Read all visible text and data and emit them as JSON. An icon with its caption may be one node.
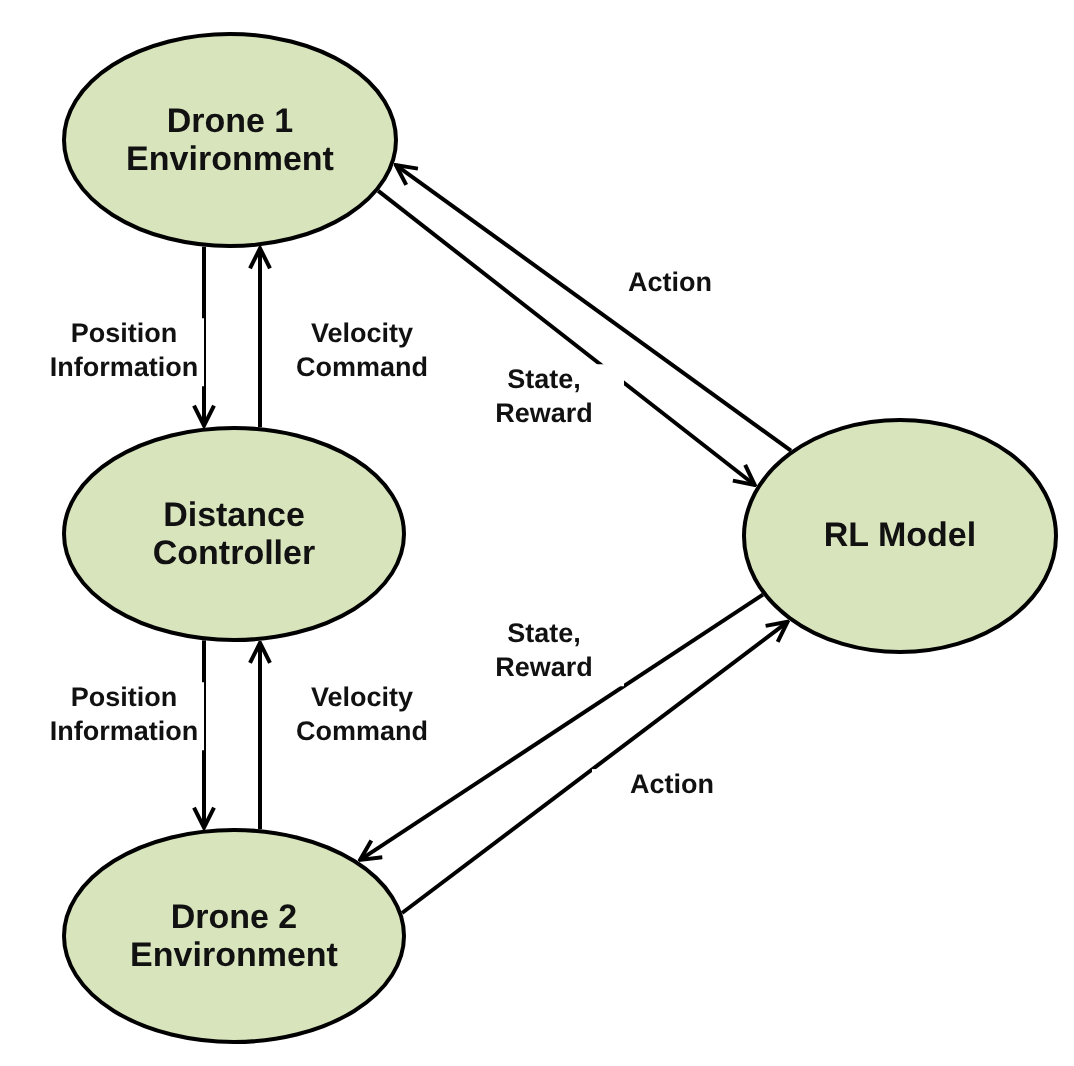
{
  "diagram": {
    "nodes": [
      {
        "text": [
          "Drone 1 Environment"
        ]
      },
      {
        "text": [
          "Distance Controller"
        ]
      },
      {
        "text": [
          "Drone 2 Environment"
        ]
      },
      {
        "text": [
          "RL Model"
        ]
      }
    ],
    "edges": [
      {
        "from": 0,
        "to": 1,
        "arrow": "to",
        "label": "Position Information"
      },
      {
        "from": 1,
        "to": 0,
        "arrow": "to",
        "label": "Velocity Command"
      },
      {
        "from": 1,
        "to": 2,
        "arrow": "to",
        "label": "Position Information"
      },
      {
        "from": 2,
        "to": 1,
        "arrow": "to",
        "label": "Velocity Command"
      },
      {
        "from": 3,
        "to": 0,
        "arrow": "to",
        "label": "Action"
      },
      {
        "from": 0,
        "to": 3,
        "arrow": "to",
        "label": "State, Reward"
      },
      {
        "from": 2,
        "to": 3,
        "arrow": "to",
        "label": "Action"
      },
      {
        "from": 3,
        "to": 2,
        "arrow": "to",
        "label": "State, Reward"
      }
    ]
  }
}
